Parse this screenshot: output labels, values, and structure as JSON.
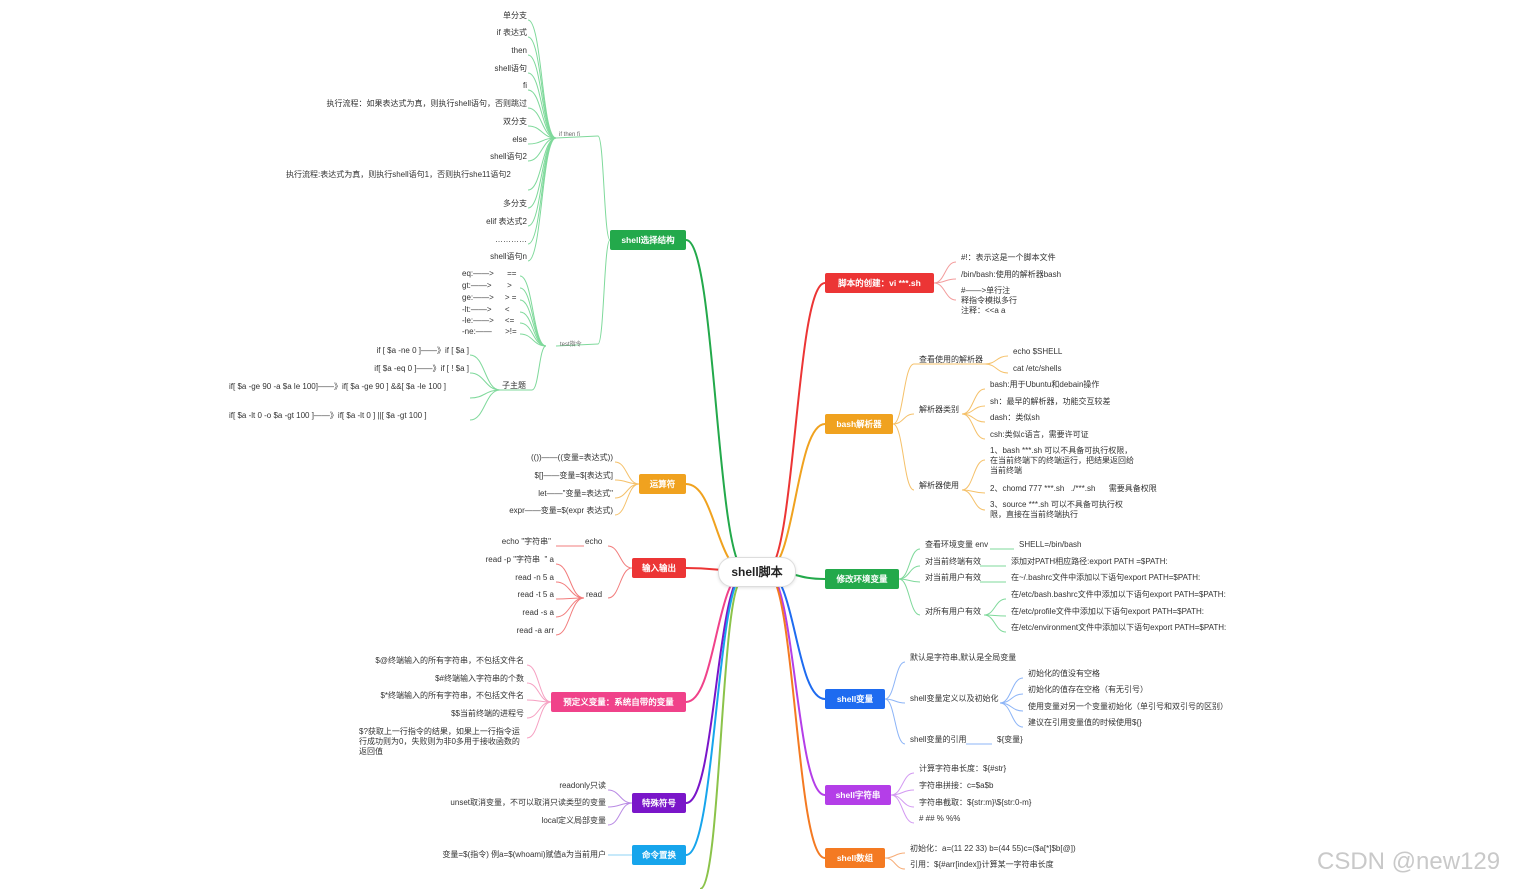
{
  "center": {
    "label": "shell脚本"
  },
  "watermark": "CSDN @new129",
  "colors": {
    "selection": "#23a94b",
    "operators": "#f0a21f",
    "io": "#ec3535",
    "predefined": "#f0428a",
    "special": "#7a16c9",
    "cmdsub": "#17a5ec",
    "create": "#ec3535",
    "bash": "#f0a21f",
    "env": "#23a94b",
    "var": "#1e6bf0",
    "str": "#b43ee8",
    "arr": "#f47a22"
  },
  "branches": {
    "selection": "shell选择结构",
    "operators": "运算符",
    "io": "输入输出",
    "predefined": "预定义变量：系统自带的变量",
    "special": "特殊符号",
    "cmdsub": "命令置换",
    "create": "脚本的创建：vi ***.sh",
    "bash": "bash解析器",
    "env": "修改环境变量",
    "var": "shell变量",
    "str": "shell字符串",
    "arr": "shell数组"
  },
  "selection": {
    "ifthen": "if then fi",
    "ifthen_items": [
      "单分支",
      "if 表达式",
      "then",
      "shell语句",
      "fi",
      "执行流程：如果表达式为真，则执行shell语句，否则跳过",
      "双分支",
      "else",
      "shell语句2",
      "执行流程:表达式为真，则执行shell语句1，否则执行she11语句2",
      "多分支",
      "elif 表达式2",
      "…………",
      "shell语句n"
    ],
    "test": "test指令",
    "test_cmp": [
      "eq:——>      ==",
      "gt:——>       >",
      "ge:——>     > =",
      "-lt:——>      <",
      "-le:——>     <=",
      "-ne:——      >!="
    ],
    "sub": "子主题",
    "sub_items": [
      "if [ $a -ne 0 ]——》if [ $a ]",
      "if[ $a -eq 0 ]——》if [ ! $a ]",
      "if[ $a -ge 90 -a $a le 100]——》if[ $a -ge 90 ] &&[ $a -le 100 ]",
      "if[ $a -lt 0 -o $a -gt 100 ]——》if[ $a -lt 0 ] ||[ $a -gt 100 ]"
    ]
  },
  "operators": [
    "(())——((变量=表达式))",
    "$[]——变量=$[表达式]",
    "let——\"变量=表达式\"",
    "expr——变量=$(expr 表达式)"
  ],
  "io": {
    "echo": "echo",
    "echo_items": [
      "echo \"字符串\""
    ],
    "read": "read",
    "read_items": [
      "read -p \"字符串  \" a",
      "read -n 5 a",
      "read -t 5 a",
      "read -s a",
      "read -a arr"
    ]
  },
  "predefined": [
    "$@终端输入的所有字符串，不包括文件名",
    "$#终端输入字符串的个数",
    "$*终端输入的所有字符串，不包括文件名",
    "$$当前终端的进程号",
    "$?获取上一行指令的结果，如果上一行指令运行成功则为0，失败则为非0多用于接收函数的返回值"
  ],
  "special": [
    "readonly只读",
    "unset取消变量，不可以取消只读类型的变量",
    "local定义局部变量"
  ],
  "cmdsub": [
    "变量=$(指令) 例a=$(whoami)赋值a为当前用户"
  ],
  "create": [
    "#!：表示这是一个脚本文件",
    "/bin/bash:使用的解析器bash",
    "#——>单行注释指令模拟多行注释：<<a a"
  ],
  "bash": {
    "view": "查看使用的解析器",
    "view_items": [
      "echo $SHELL",
      "cat /etc/shells"
    ],
    "types": "解析器类别",
    "type_items": [
      "bash:用于Ubuntu和debain操作",
      "sh：最早的解析器，功能交互较差",
      "dash：类似sh",
      "csh:类似c语言，需要许可证"
    ],
    "usage": "解析器使用",
    "usage_items": [
      "1、bash ***.sh      可以不具备可执行权限，在当前终端下的终端运行，把结果返回给当前终端",
      "2、chomd 777 ***.sh   ./***.sh      需要具备权限",
      "3、source ***.sh      可以不具备可执行权限，直接在当前终端执行"
    ]
  },
  "env": {
    "view": "查看环境变量 env",
    "view_val": "SHELL=/bin/bash",
    "terminal": "对当前终端有效",
    "terminal_val": "添加对PATH相应路径:export PATH =$PATH:",
    "user": "对当前用户有效",
    "user_val": "在~/.bashrc文件中添加以下语句export PATH=$PATH:",
    "all": "对所有用户有效",
    "all_items": [
      "在/etc/bash.bashrc文件中添加以下语句export PATH=$PATH:",
      "在/etc/profile文件中添加以下语句export PATH=$PATH:",
      "在/etc/environment文件中添加以下语句export PATH=$PATH:"
    ]
  },
  "var": {
    "default": "默认是字符串,默认是全局变量",
    "define": "shell变量定义以及初始化",
    "define_items": [
      "初始化的值没有空格",
      "初始化的值存在空格（有无引号）",
      "使用变量对另一个变量初始化（单引号和双引号的区别）",
      "建议在引用变量值的时候使用${}"
    ],
    "ref": "shell变量的引用",
    "ref_val": "${变量}"
  },
  "str": [
    "计算字符串长度：${#str}",
    "字符串拼接：c=$a$b",
    "字符串截取：${str:m}\\${str:0-m}",
    "# ## % %%"
  ],
  "arr": [
    "初始化：a=(11 22 33) b=(44 55)c=($a[*]$b[@])",
    "引用：${#arr[index]}计算某一字符串长度"
  ]
}
